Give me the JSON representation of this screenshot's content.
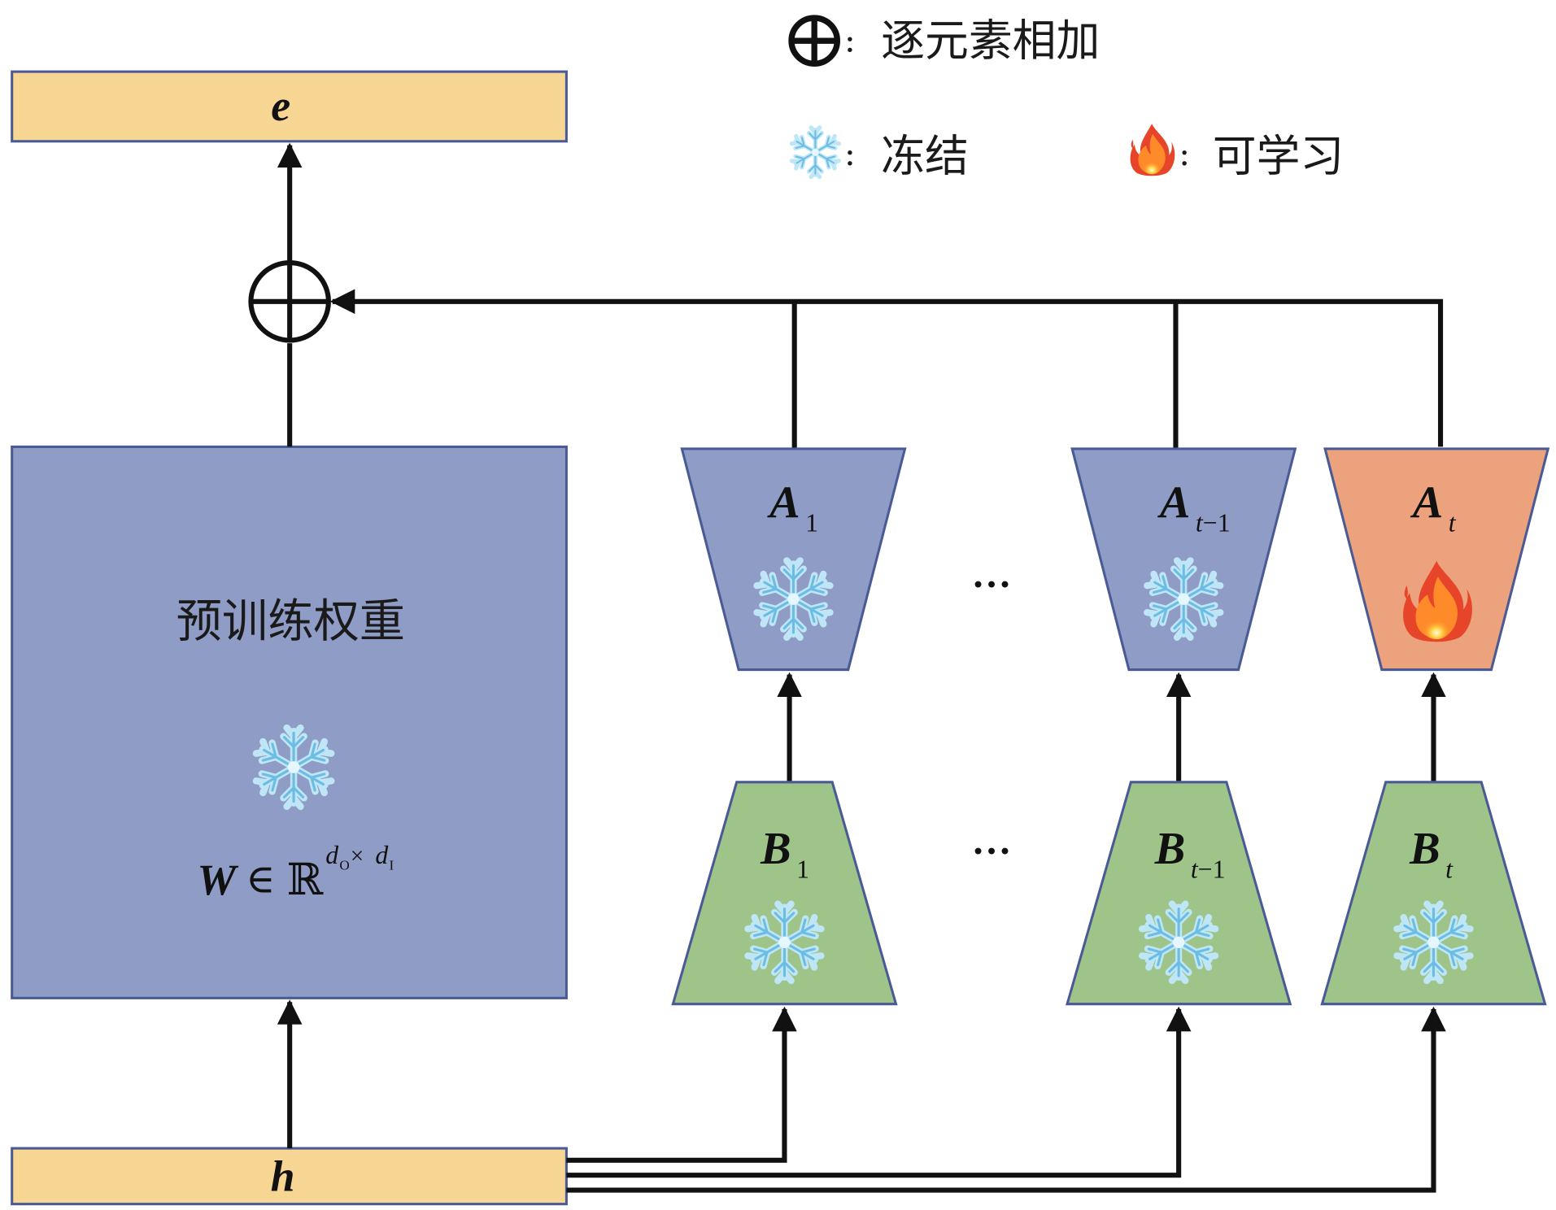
{
  "legend": {
    "add": {
      "icon": "circled-plus-icon",
      "label": "逐元素相加"
    },
    "freeze": {
      "icon": "snowflake-icon",
      "label": "冻结"
    },
    "learn": {
      "icon": "fire-icon",
      "label": "可学习"
    },
    "separator": ":"
  },
  "output": {
    "label": "e"
  },
  "input": {
    "label": "h"
  },
  "pretrained": {
    "title": "预训练权重",
    "icon": "snowflake-icon",
    "formula": {
      "main": "W",
      "in": "∈",
      "set": "ℝ",
      "sup_d0": "d",
      "sup_d0_sub": "O",
      "times": "×",
      "sup_d1": "d",
      "sup_d1_sub": "I"
    }
  },
  "ellipsis": "…",
  "adapters_a": [
    {
      "name": "A",
      "sub": "1",
      "state": "frozen",
      "icon": "snowflake-icon"
    },
    {
      "name": "A",
      "sub": "t−1",
      "state": "frozen",
      "icon": "snowflake-icon"
    },
    {
      "name": "A",
      "sub": "t",
      "state": "learnable",
      "icon": "fire-icon"
    }
  ],
  "adapters_b": [
    {
      "name": "B",
      "sub": "1",
      "state": "frozen",
      "icon": "snowflake-icon"
    },
    {
      "name": "B",
      "sub": "t−1",
      "state": "frozen",
      "icon": "snowflake-icon"
    },
    {
      "name": "B",
      "sub": "t",
      "state": "frozen",
      "icon": "snowflake-icon"
    }
  ],
  "colors": {
    "io_fill": "#f7d592",
    "pretrained_fill": "#8f9cc6",
    "frozen_a_fill": "#8f9cc6",
    "learnable_a_fill": "#eca27c",
    "b_fill": "#9fc48a",
    "border": "#4a5a95"
  }
}
